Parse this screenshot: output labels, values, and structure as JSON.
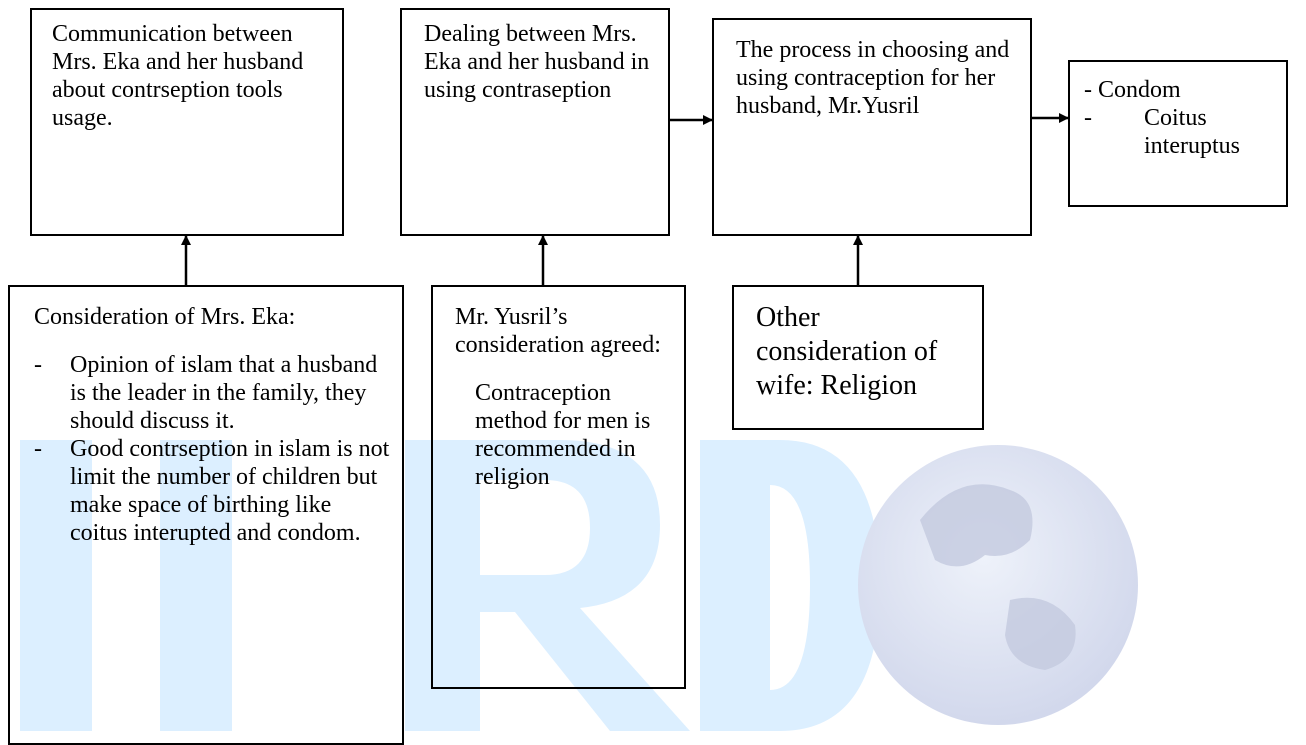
{
  "watermark": {
    "text": "IIRD",
    "color": "#dcefff"
  },
  "boxes": {
    "communication": "Communication between Mrs. Eka and her husband about contrseption tools usage.",
    "dealing": "Dealing between Mrs. Eka and her husband in using contraseption",
    "process": "The process in choosing and using contraception for her husband, Mr.Yusril",
    "result": {
      "items": [
        "Condom",
        "Coitus interuptus"
      ]
    },
    "eka": {
      "title": "Consideration of  Mrs. Eka:",
      "items": [
        "Opinion of islam that a husband is the leader in the family, they should discuss it.",
        "Good contrseption in islam is not limit the number of children but make space of birthing like coitus interupted and condom."
      ]
    },
    "yusril": {
      "title": "Mr. Yusril’s consideration agreed:",
      "body": "Contraception method for men is recommended in religion"
    },
    "wife": "Other consideration of wife:  Religion"
  }
}
